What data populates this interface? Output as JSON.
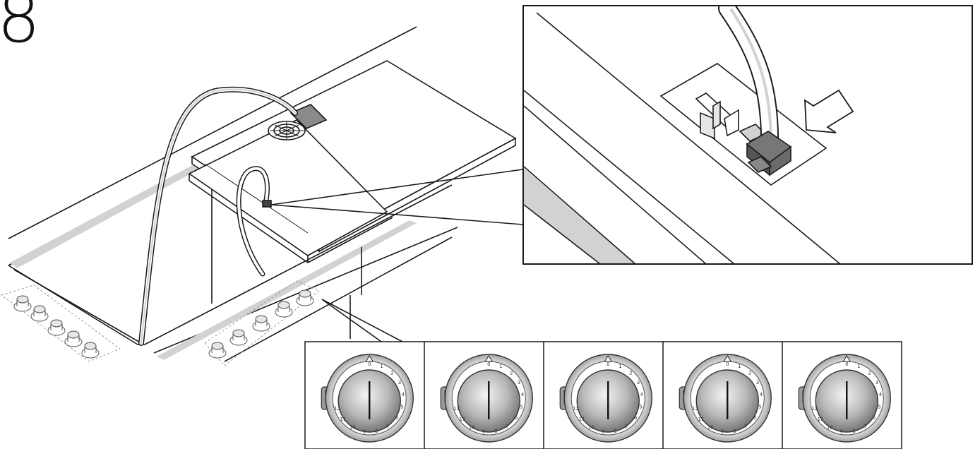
{
  "step": {
    "number": "8"
  },
  "knob_panel": {
    "knobs": [
      {
        "position": "front-left"
      },
      {
        "position": "rear-left"
      },
      {
        "position": "centre"
      },
      {
        "position": "rear-right"
      },
      {
        "position": "front-right"
      }
    ],
    "scale_marks": [
      "0",
      "1",
      "2",
      "3",
      "4",
      "5",
      "6",
      "7",
      "8",
      "9",
      "10",
      "11",
      "12"
    ]
  },
  "icons": [
    "arrow-icon",
    "connector-plug-icon",
    "fan-grille-icon"
  ],
  "colors": {
    "line": "#1a1a1a",
    "shade": "#d2d2d2",
    "dark_connector": "#555555"
  }
}
